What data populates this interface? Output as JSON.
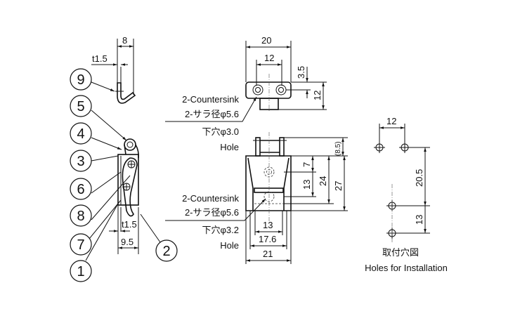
{
  "side_view": {
    "dims": {
      "top_width": "8",
      "top_thickness": "t1.5",
      "bottom_thickness": "t1.5",
      "bottom_width": "9.5"
    },
    "balloons": [
      "9",
      "5",
      "4",
      "3",
      "6",
      "8",
      "7",
      "1",
      "2"
    ]
  },
  "top_view": {
    "dims": {
      "overall_width": "20",
      "hole_pitch": "12",
      "hole_offset": "3.5",
      "depth": "12"
    },
    "callout": {
      "line1": "2-Countersink",
      "line2": "2-サラ径φ5.6",
      "line3": "下穴φ3.0",
      "line4": "Hole"
    }
  },
  "front_view": {
    "dims": {
      "hinge_height": "(8.5)",
      "d7": "7",
      "d13": "13",
      "d24": "24",
      "d27": "27",
      "w13": "13",
      "w17_6": "17.6",
      "w21": "21"
    },
    "callout": {
      "line1": "2-Countersink",
      "line2": "2-サラ径φ5.6",
      "line3": "下穴φ3.2",
      "line4": "Hole"
    }
  },
  "installation": {
    "dims": {
      "pitch_x": "12",
      "pitch_y1": "20.5",
      "pitch_y2": "13"
    },
    "title_jp": "取付穴図",
    "title_en": "Holes for Installation"
  }
}
